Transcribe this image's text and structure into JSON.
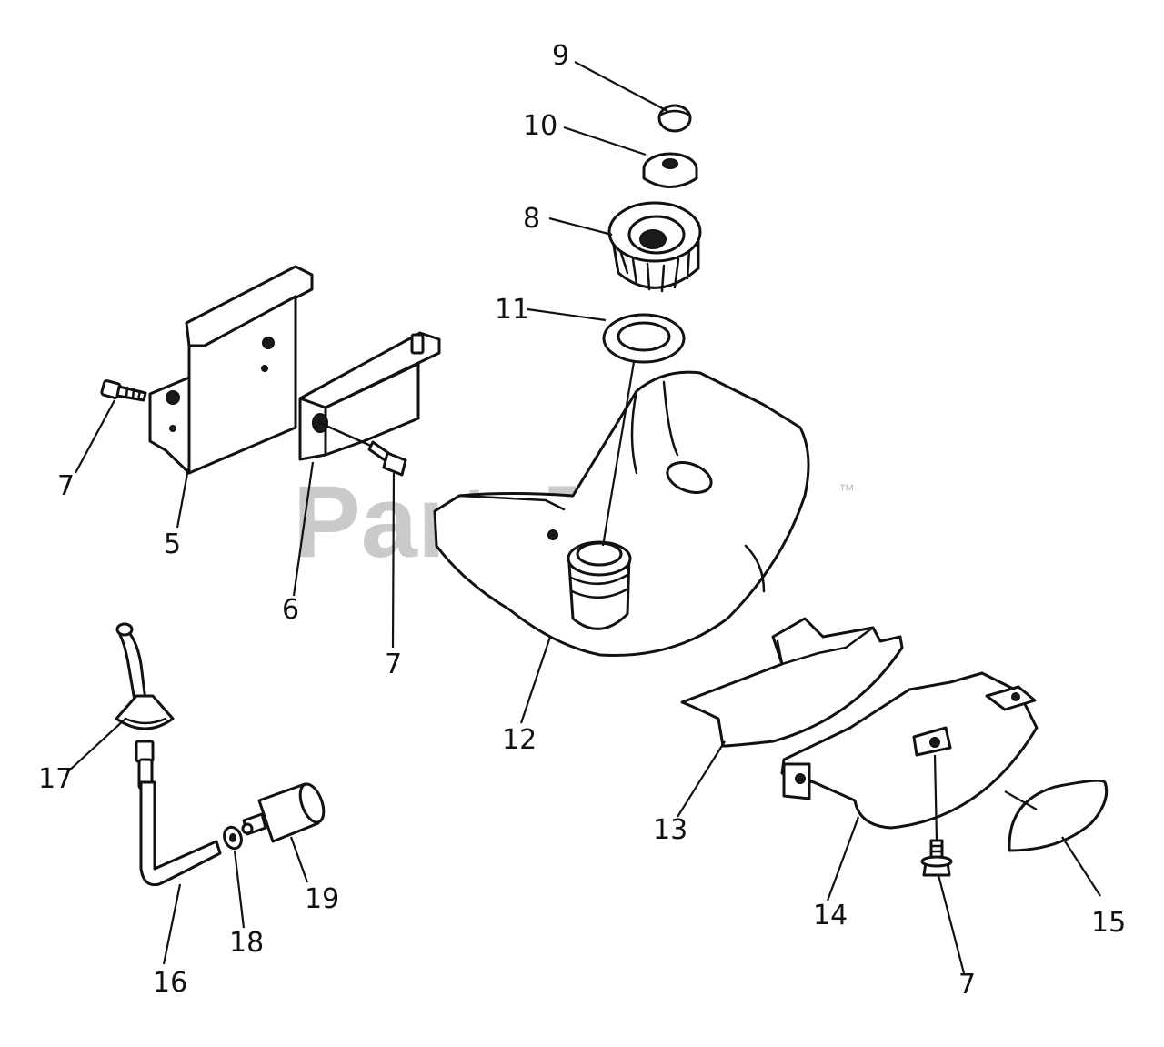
{
  "diagram": {
    "watermark": "PartsTree",
    "watermark_tm": "™",
    "callouts": {
      "c9": "9",
      "c10": "10",
      "c8": "8",
      "c11": "11",
      "c7a": "7",
      "c5": "5",
      "c6": "6",
      "c7b": "7",
      "c12": "12",
      "c17": "17",
      "c16": "16",
      "c18": "18",
      "c19": "19",
      "c13": "13",
      "c14": "14",
      "c15": "15",
      "c7c": "7"
    }
  }
}
